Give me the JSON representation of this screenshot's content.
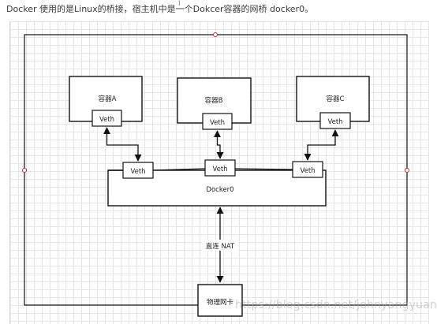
{
  "caption": "Docker 使用的是Linux的桥接，宿主机中是一个Dokcer容器的网桥  docker0。",
  "cursor_mark": "I",
  "diagram": {
    "containers": [
      {
        "label": "容器A",
        "veth": "Veth"
      },
      {
        "label": "容器B",
        "veth": "Veth"
      },
      {
        "label": "容器C",
        "veth": "Veth"
      }
    ],
    "bridge": {
      "label": "Docker0",
      "veths": [
        "Veth",
        "Veth",
        "Veth"
      ]
    },
    "nat_label": "直连 NAT",
    "nic_label": "物理网卡"
  },
  "watermark": "https://blog.csdn.net/johnyangyuan"
}
